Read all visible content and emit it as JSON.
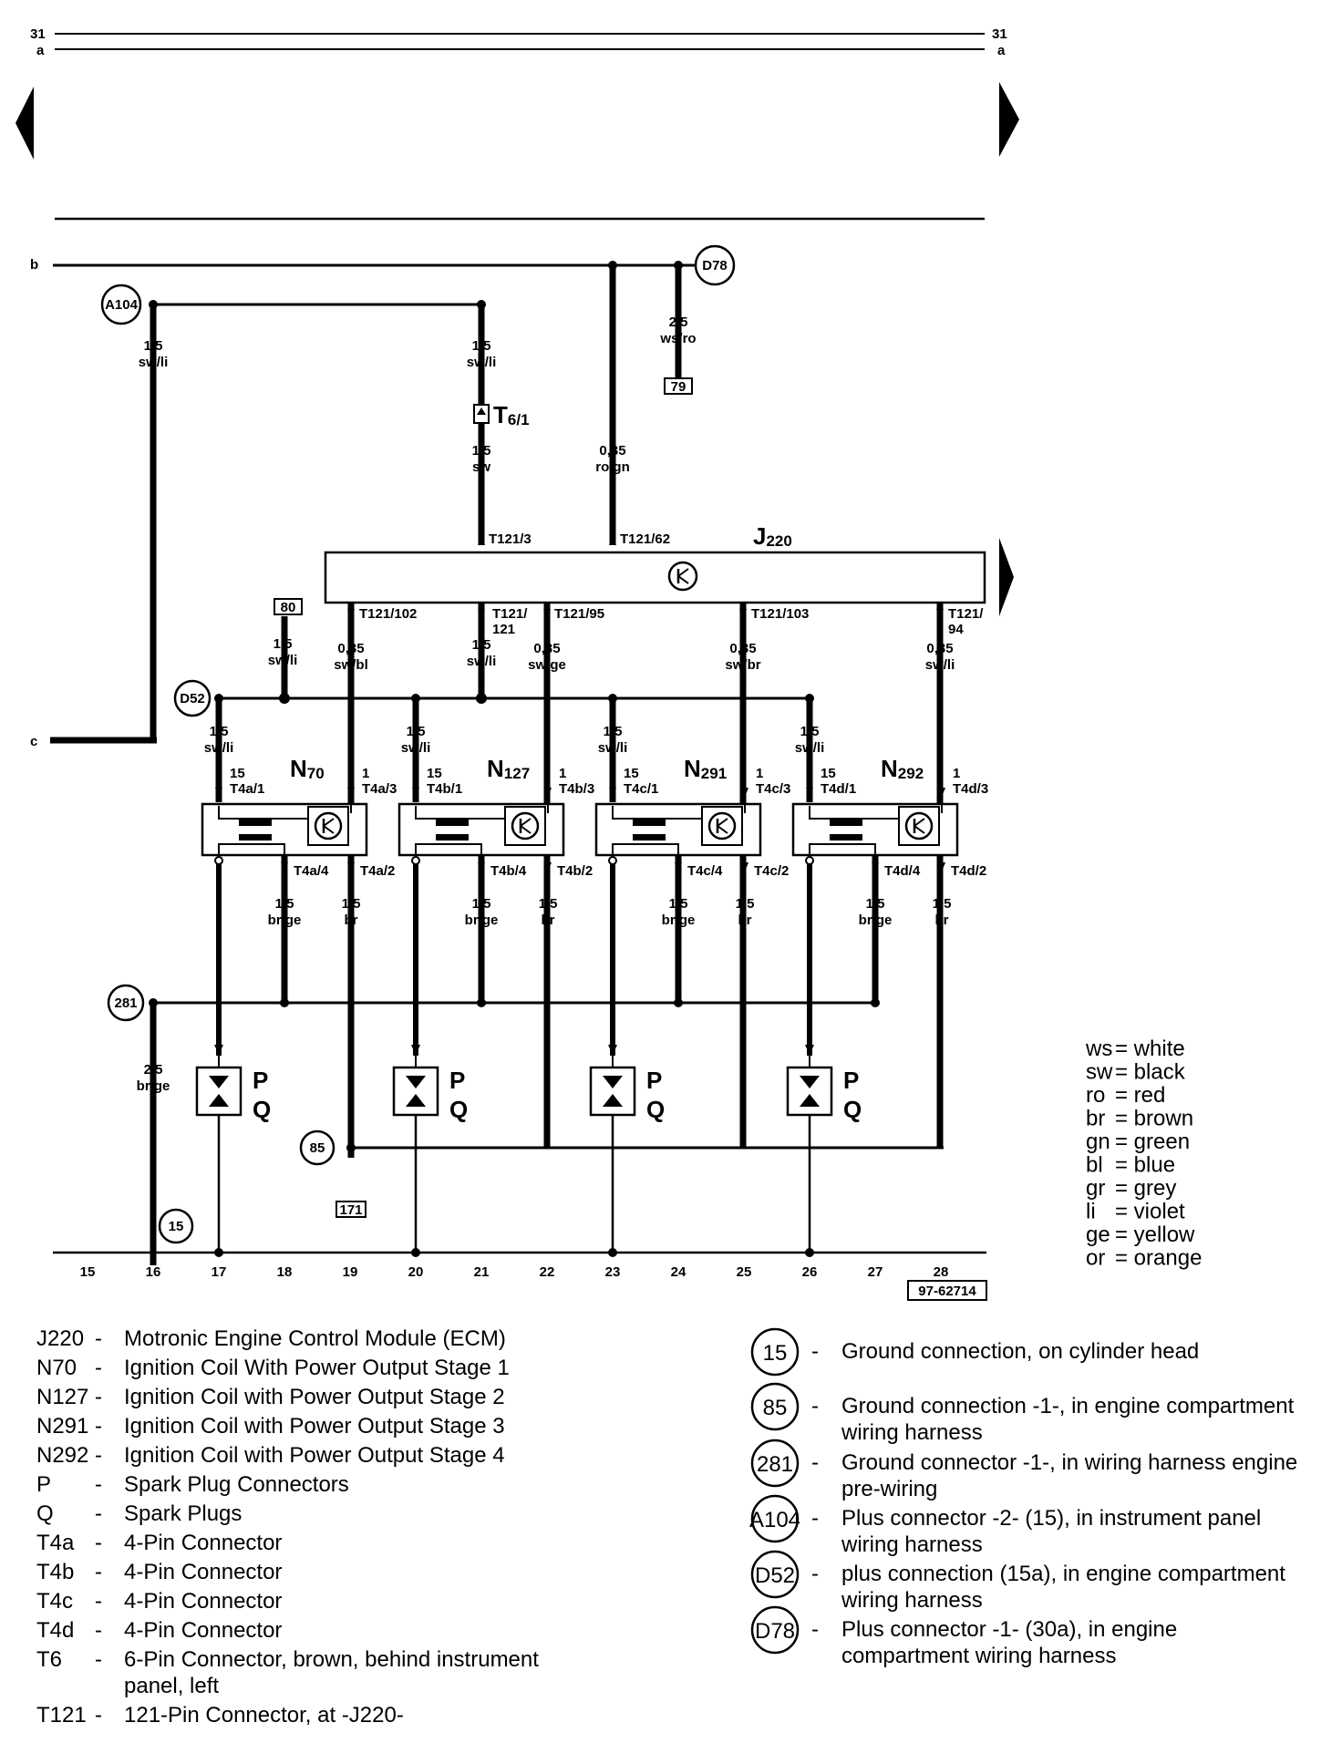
{
  "rails": {
    "top_left_num": "31",
    "top_left_letter": "a",
    "top_right_num": "31",
    "top_right_letter": "a",
    "b": "b",
    "c": "c"
  },
  "connectors": {
    "A104": "A104",
    "D78": "D78",
    "D52": "D52",
    "c281": "281",
    "c85": "85",
    "c15": "15",
    "box79": "79",
    "box80": "80",
    "box171": "171"
  },
  "wires": {
    "a104_size": "1,5",
    "a104_color": "sw/li",
    "t6_top_size": "1,5",
    "t6_top_color": "sw/li",
    "t6_label": "T",
    "t6_sub": "6/1",
    "t6_bot_size": "1,5",
    "t6_bot_color": "sw",
    "j62_size": "0,35",
    "j62_color": "ro/gn",
    "d78_size": "2,5",
    "d78_color": "ws/ro",
    "p80_size": "1,5",
    "p80_color": "sw/li",
    "p102_size": "0,35",
    "p102_color": "sw/bl",
    "p121_size": "1,5",
    "p121_color": "sw/li",
    "p95_size": "0,35",
    "p95_color": "sw/ge",
    "p103_size": "0,35",
    "p103_color": "sw/br",
    "p94_size": "0,35",
    "p94_color": "sw/li",
    "g281_size": "2,5",
    "g281_color": "br/ge"
  },
  "ecm": {
    "name": "J",
    "sub": "220",
    "pin3": "T121/3",
    "pin62": "T121/62",
    "pin102": "T121/102",
    "pin121a": "T121/",
    "pin121b": "121",
    "pin95": "T121/95",
    "pin103": "T121/103",
    "pin94a": "T121/",
    "pin94b": "94"
  },
  "coils": [
    {
      "name": "N",
      "sub": "70",
      "feed_size": "1,5",
      "feed_color": "sw/li",
      "p15": "15",
      "t1": "T4a/1",
      "p1": "1",
      "t3": "T4a/3",
      "t4": "T4a/4",
      "t2": "T4a/2",
      "g_size": "1,5",
      "g_color": "br/ge",
      "b_size": "1,5",
      "b_color": "br",
      "P": "P",
      "Q": "Q"
    },
    {
      "name": "N",
      "sub": "127",
      "feed_size": "1,5",
      "feed_color": "sw/li",
      "p15": "15",
      "t1": "T4b/1",
      "p1": "1",
      "t3": "T4b/3",
      "t4": "T4b/4",
      "t2": "T4b/2",
      "g_size": "1,5",
      "g_color": "br/ge",
      "b_size": "1,5",
      "b_color": "br",
      "P": "P",
      "Q": "Q"
    },
    {
      "name": "N",
      "sub": "291",
      "feed_size": "1,5",
      "feed_color": "sw/li",
      "p15": "15",
      "t1": "T4c/1",
      "p1": "1",
      "t3": "T4c/3",
      "t4": "T4c/4",
      "t2": "T4c/2",
      "g_size": "1,5",
      "g_color": "br/ge",
      "b_size": "1,5",
      "b_color": "br",
      "P": "P",
      "Q": "Q"
    },
    {
      "name": "N",
      "sub": "292",
      "feed_size": "1,5",
      "feed_color": "sw/li",
      "p15": "15",
      "t1": "T4d/1",
      "p1": "1",
      "t3": "T4d/3",
      "t4": "T4d/4",
      "t2": "T4d/2",
      "g_size": "1,5",
      "g_color": "br/ge",
      "b_size": "1,5",
      "b_color": "br",
      "P": "P",
      "Q": "Q"
    }
  ],
  "tracks": [
    "15",
    "16",
    "17",
    "18",
    "19",
    "20",
    "21",
    "22",
    "23",
    "24",
    "25",
    "26",
    "27",
    "28"
  ],
  "ref": "97-62714",
  "color_codes": [
    {
      "code": "ws",
      "name": "= white"
    },
    {
      "code": "sw",
      "name": "= black"
    },
    {
      "code": "ro",
      "name": "= red"
    },
    {
      "code": "br",
      "name": "= brown"
    },
    {
      "code": "gn",
      "name": "= green"
    },
    {
      "code": "bl",
      "name": "= blue"
    },
    {
      "code": "gr",
      "name": "= grey"
    },
    {
      "code": "li",
      "name": "= violet"
    },
    {
      "code": "ge",
      "name": "= yellow"
    },
    {
      "code": "or",
      "name": "= orange"
    }
  ],
  "legend_left": [
    {
      "code": "J220",
      "dash": "-",
      "desc": "Motronic Engine Control Module (ECM)"
    },
    {
      "code": "N70",
      "dash": "-",
      "desc": "Ignition Coil With Power Output Stage 1"
    },
    {
      "code": "N127",
      "dash": "-",
      "desc": "Ignition Coil with Power Output Stage 2"
    },
    {
      "code": "N291",
      "dash": "-",
      "desc": "Ignition Coil with Power Output Stage 3"
    },
    {
      "code": "N292",
      "dash": "-",
      "desc": "Ignition Coil with Power Output Stage 4"
    },
    {
      "code": "P",
      "dash": "-",
      "desc": "Spark Plug Connectors"
    },
    {
      "code": "Q",
      "dash": "-",
      "desc": "Spark Plugs"
    },
    {
      "code": "T4a",
      "dash": "-",
      "desc": "4-Pin Connector"
    },
    {
      "code": "T4b",
      "dash": "-",
      "desc": "4-Pin Connector"
    },
    {
      "code": "T4c",
      "dash": "-",
      "desc": "4-Pin Connector"
    },
    {
      "code": "T4d",
      "dash": "-",
      "desc": "4-Pin Connector"
    },
    {
      "code": "T6",
      "dash": "-",
      "desc": "6-Pin Connector, brown, behind instrument",
      "desc2": "panel, left"
    },
    {
      "code": "T121",
      "dash": "-",
      "desc": "121-Pin Connector, at -J220-"
    }
  ],
  "legend_right": [
    {
      "code": "15",
      "dash": "-",
      "desc": "Ground connection, on cylinder head"
    },
    {
      "code": "85",
      "dash": "-",
      "desc": "Ground connection -1-, in engine compartment",
      "desc2": "wiring harness"
    },
    {
      "code": "281",
      "dash": "-",
      "desc": "Ground connector -1-, in wiring harness engine",
      "desc2": "pre-wiring"
    },
    {
      "code": "A104",
      "dash": "-",
      "desc": "Plus connector -2- (15), in instrument panel",
      "desc2": "wiring harness"
    },
    {
      "code": "D52",
      "dash": "-",
      "desc": "plus connection (15a), in engine compartment",
      "desc2": "wiring harness"
    },
    {
      "code": "D78",
      "dash": "-",
      "desc": "Plus connector -1- (30a), in engine",
      "desc2": "compartment wiring harness"
    }
  ]
}
